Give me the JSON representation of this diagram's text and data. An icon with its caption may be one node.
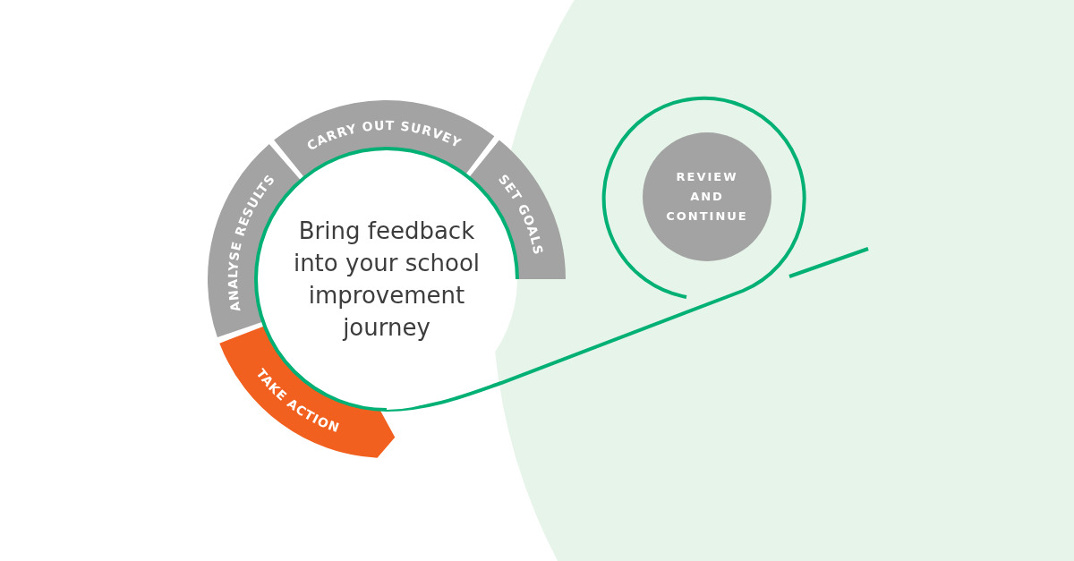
{
  "diagram": {
    "nodes": [
      {
        "text": [
          "Bring feedback into your school improvement journey"
        ]
      },
      {
        "text": [
          "CARRY OUT SURVEY"
        ]
      },
      {
        "text": [
          "SET GOALS"
        ]
      },
      {
        "text": [
          "TAKE ACTION"
        ]
      },
      {
        "text": [
          "ANALYSE RESULTS"
        ]
      },
      {
        "text": [
          "REVIEW AND CONTINUE"
        ]
      }
    ],
    "edges": [
      {
        "from": 0,
        "to": 5,
        "arrow": "none"
      }
    ]
  }
}
